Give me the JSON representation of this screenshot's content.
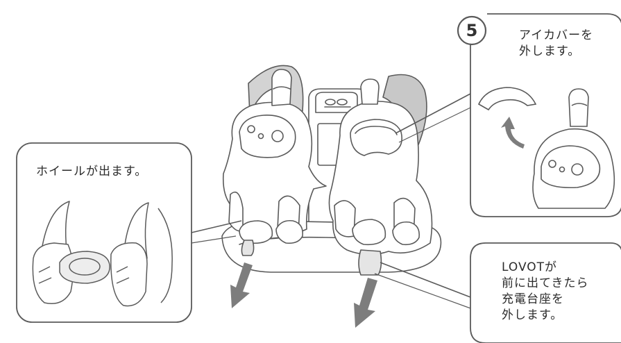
{
  "step": {
    "number": "5"
  },
  "callouts": {
    "eye_cover": "アイカバーを\n外します。",
    "wheels": "ホイールが出ます。",
    "charging_base": "LOVOTが\n前に出てきたら\n充電台座を\n外します。"
  },
  "colors": {
    "line": "#5a5a5a",
    "arrow": "#7d7d7d",
    "shade": "#cfcfcf",
    "fill": "#ffffff"
  }
}
